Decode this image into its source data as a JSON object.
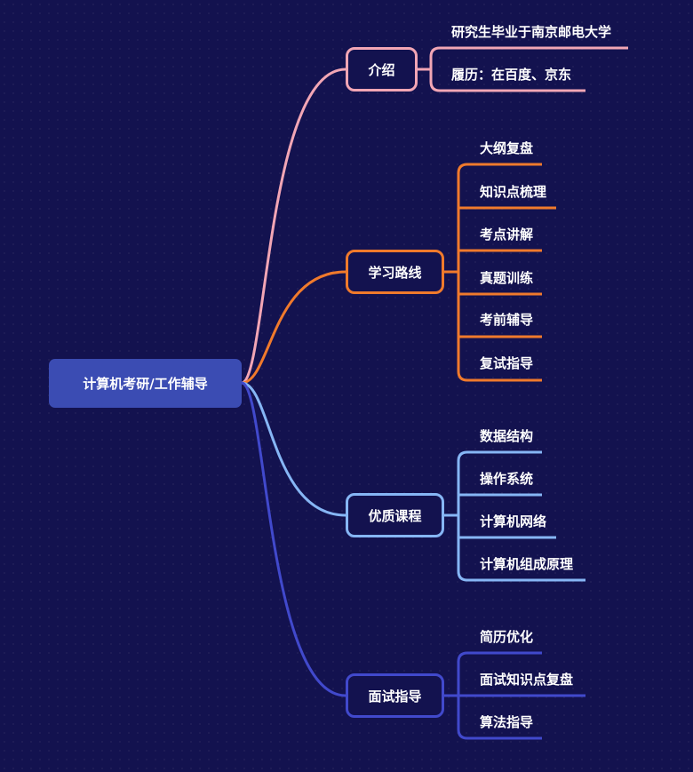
{
  "root": {
    "label": "计算机考研/工作辅导"
  },
  "branches": [
    {
      "label": "介绍",
      "color": "#f2a6b5",
      "items": [
        "研究生毕业于南京邮电大学",
        "履历：在百度、京东"
      ]
    },
    {
      "label": "学习路线",
      "color": "#f07a2c",
      "items": [
        "大纲复盘",
        "知识点梳理",
        "考点讲解",
        "真题训练",
        "考前辅导",
        "复试指导"
      ]
    },
    {
      "label": "优质课程",
      "color": "#86b6f5",
      "items": [
        "数据结构",
        "操作系统",
        "计算机网络",
        "计算机组成原理"
      ]
    },
    {
      "label": "面试指导",
      "color": "#4149cc",
      "items": [
        "简历优化",
        "面试知识点复盘",
        "算法指导"
      ]
    }
  ]
}
